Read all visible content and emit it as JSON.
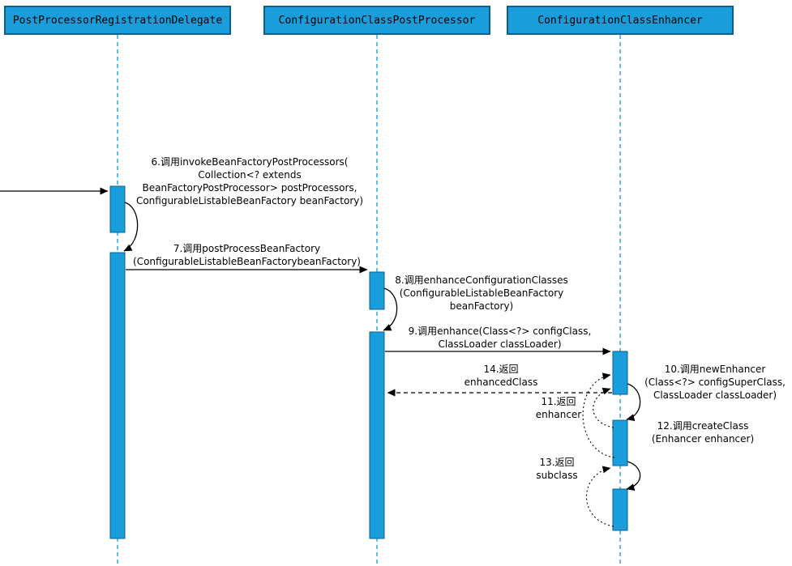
{
  "colors": {
    "accent": "#1A9DDB",
    "accent-border": "#0E5E8E",
    "lifeline": "#2FA8E0",
    "arrow": "#000000",
    "text": "#000000",
    "bg": "#ffffff"
  },
  "participants": [
    {
      "label": "PostProcessorRegistrationDelegate"
    },
    {
      "label": "ConfigurationClassPostProcessor"
    },
    {
      "label": "ConfigurationClassEnhancer"
    }
  ],
  "messages": {
    "m6": "6.调用invokeBeanFactoryPostProcessors(\nCollection<? extends\nBeanFactoryPostProcessor> postProcessors,\nConfigurableListableBeanFactory beanFactory)",
    "m7": "7.调用postProcessBeanFactory\n(ConfigurableListableBeanFactorybeanFactory)",
    "m8": "8.调用enhanceConfigurationClasses\n(ConfigurableListableBeanFactory\nbeanFactory)",
    "m9": "9.调用enhance(Class<?> configClass,\nClassLoader classLoader)",
    "m10": "10.调用newEnhancer\n(Class<?> configSuperClass,\nClassLoader classLoader)",
    "m11": "11.返回\nenhancer",
    "m12": "12.调用createClass\n(Enhancer enhancer)",
    "m13": "13.返回\nsubclass",
    "m14": "14.返回\nenhancedClass"
  }
}
